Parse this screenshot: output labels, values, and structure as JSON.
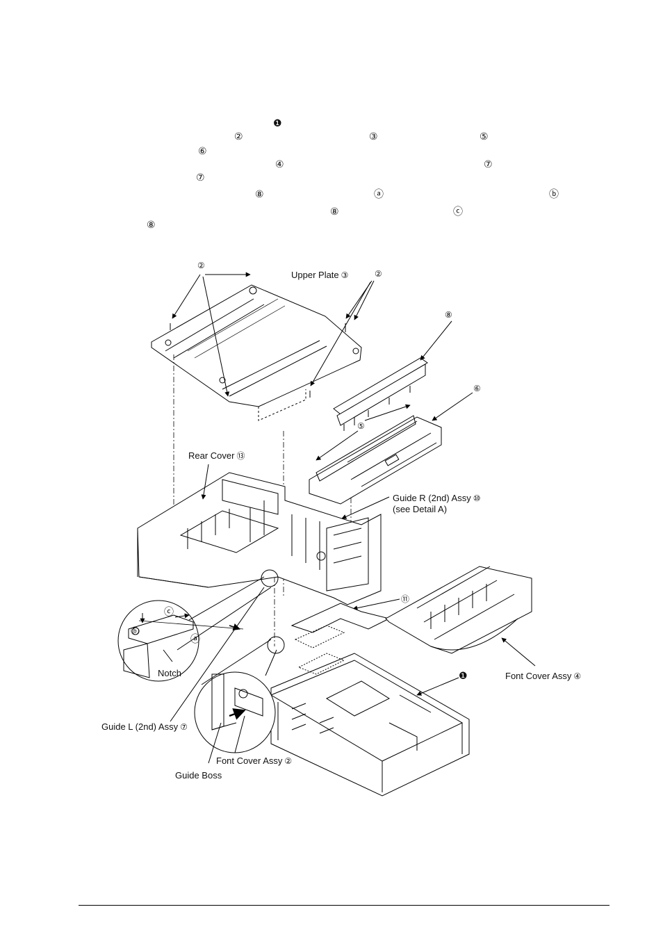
{
  "step_markers": [
    {
      "id": "m1",
      "text": "❶"
    },
    {
      "id": "m2",
      "text": "②"
    },
    {
      "id": "m3",
      "text": "③"
    },
    {
      "id": "m5",
      "text": "⑤"
    },
    {
      "id": "m6",
      "text": "⑥"
    },
    {
      "id": "m4",
      "text": "④"
    },
    {
      "id": "m7a",
      "text": "⑦"
    },
    {
      "id": "m7b",
      "text": "⑦"
    },
    {
      "id": "m8a",
      "text": "⑧"
    },
    {
      "id": "ma",
      "text": "ⓐ"
    },
    {
      "id": "mb",
      "text": "ⓑ"
    },
    {
      "id": "m8b",
      "text": "⑧"
    },
    {
      "id": "mc",
      "text": "ⓒ"
    },
    {
      "id": "m8c",
      "text": "⑧"
    }
  ],
  "labels": {
    "upper_plate": {
      "text": "Upper Plate",
      "num": "③"
    },
    "screw_left": {
      "num": "②"
    },
    "screw_right": {
      "num": "②"
    },
    "part8": {
      "num": "⑧"
    },
    "part6": {
      "num": "⑥"
    },
    "part5": {
      "num": "⑤"
    },
    "rear_cover": {
      "text": "Rear Cover",
      "num": "⑬"
    },
    "guide_r": {
      "text": "Guide R (2nd) Assy",
      "num": "⑩",
      "sub": "(see Detail A)"
    },
    "part11": {
      "num": "⑪"
    },
    "detail_c": {
      "num": "ⓒ"
    },
    "detail_b": {
      "num": "ⓑ"
    },
    "detail_a": {
      "num": "ⓐ"
    },
    "notch": {
      "text": "Notch"
    },
    "tray": {
      "num": "❶"
    },
    "font_cover_4": {
      "text": "Font Cover Assy",
      "num": "④"
    },
    "guide_l": {
      "text": "Guide L (2nd) Assy",
      "num": "⑦"
    },
    "font_cover_2": {
      "text": "Font Cover Assy",
      "num": "②"
    },
    "guide_boss": {
      "text": "Guide Boss"
    }
  }
}
